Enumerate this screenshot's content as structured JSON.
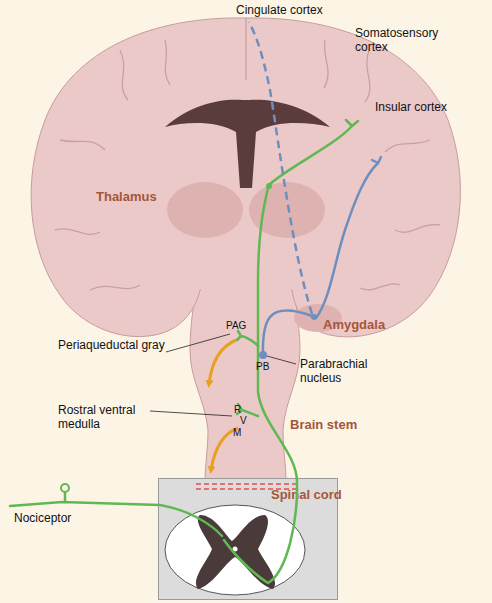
{
  "diagram": {
    "nodes": [
      {
        "text": [
          "Spinal cord"
        ]
      }
    ],
    "labels": [
      "Cingulate cortex",
      "Somatosensory cortex",
      "Insular cortex",
      "Thalamus",
      "Amygdala",
      "PAG",
      "Periaqueductal gray",
      "PB",
      "Parabrachial nucleus",
      "Brain stem",
      "Rostral ventral medulla",
      "R",
      "V",
      "M",
      "Nociceptor"
    ]
  }
}
